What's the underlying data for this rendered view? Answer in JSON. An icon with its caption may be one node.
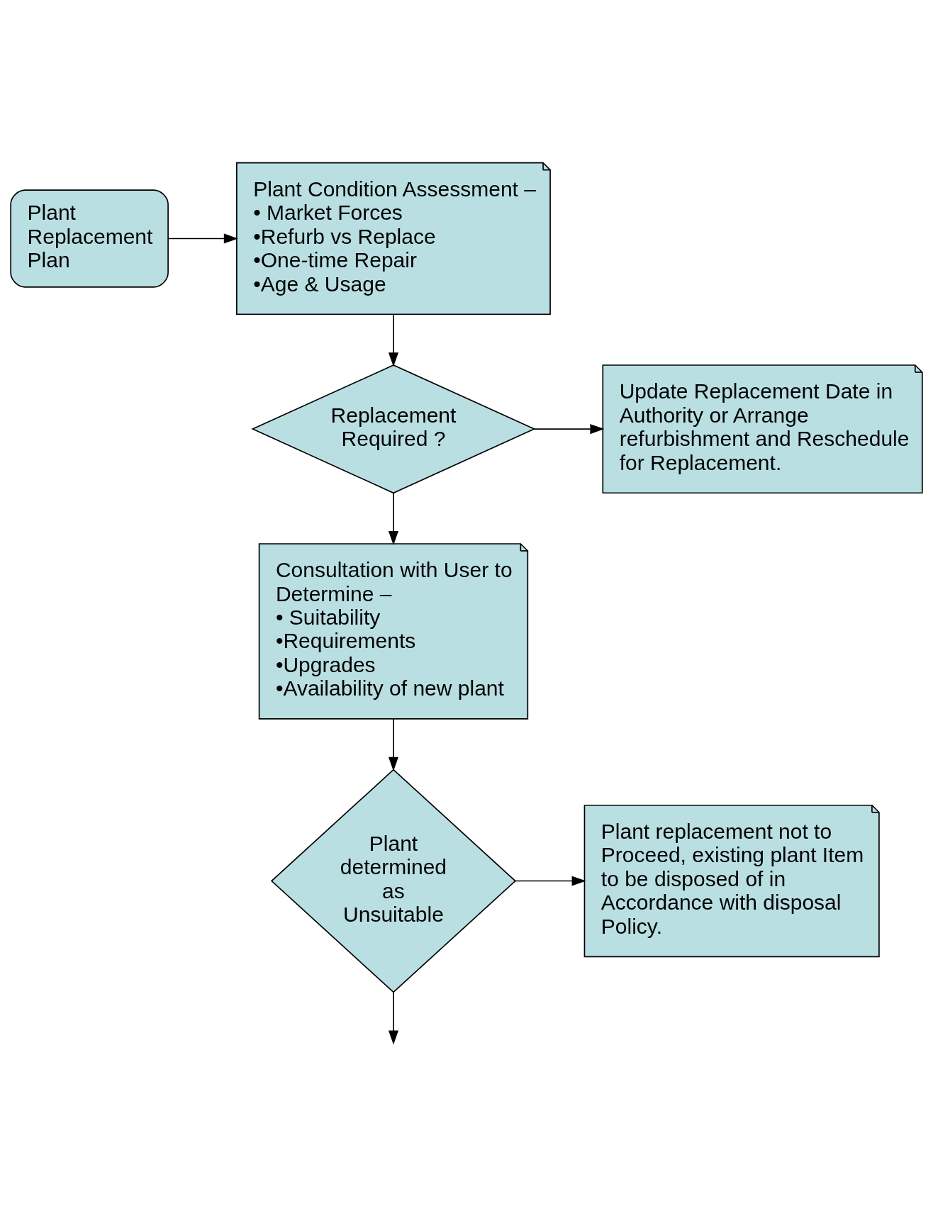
{
  "diagram": {
    "nodes": [
      {
        "text": [
          "Plant Replacement Plan"
        ]
      },
      {
        "text": [
          "Plant Condition Assessment –",
          "• Market Forces",
          "•Refurb vs Replace",
          "•One-time Repair",
          "•Age & Usage"
        ]
      },
      {
        "text": [
          "Replacement Required ?"
        ]
      },
      {
        "text": [
          "Update Replacement Date in Authority or Arrange refurbishment and Reschedule for Replacement."
        ]
      },
      {
        "text": [
          "Consultation with User to Determine –",
          "• Suitability",
          "•Requirements",
          "•Upgrades",
          "•Availability of new plant"
        ]
      },
      {
        "text": [
          "Plant determined as Unsuitable"
        ]
      },
      {
        "text": [
          "Plant replacement not to Proceed, existing plant Item to be disposed of in Accordance with disposal Policy."
        ]
      }
    ],
    "edges": [
      {
        "from": 0,
        "to": 1,
        "arrow": "to"
      },
      {
        "from": 1,
        "to": 2,
        "arrow": "to"
      },
      {
        "from": 2,
        "to": 3,
        "arrow": "to"
      },
      {
        "from": 2,
        "to": 4,
        "arrow": "to"
      },
      {
        "from": 4,
        "to": 5,
        "arrow": "to"
      },
      {
        "from": 5,
        "to": 6,
        "arrow": "to"
      },
      {
        "from": 5,
        "to": null,
        "arrow": "to"
      }
    ]
  }
}
